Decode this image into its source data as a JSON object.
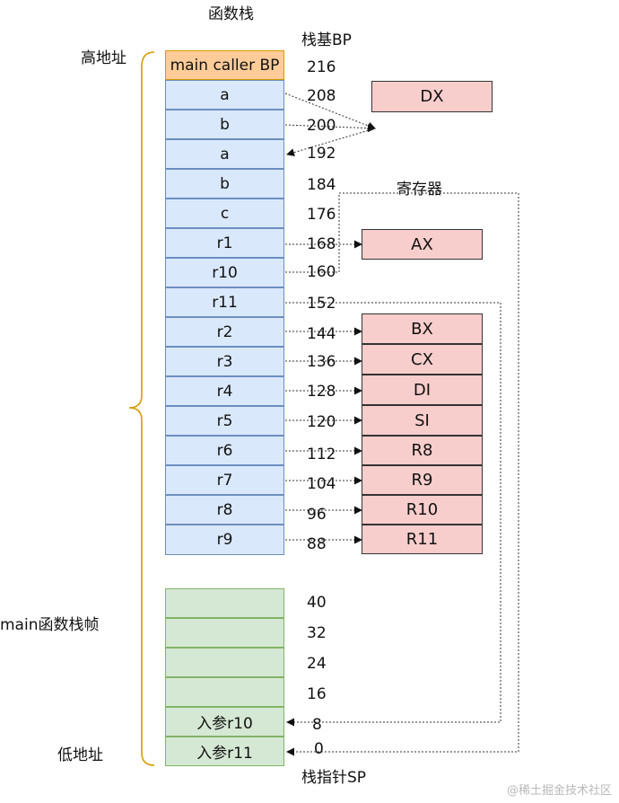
{
  "labels": {
    "title": "函数栈",
    "bp": "栈基BP",
    "high_addr": "高地址",
    "low_addr": "低地址",
    "frame": "main函数栈帧",
    "registers": "寄存器",
    "sp": "栈指针SP",
    "watermark": "@稀土掘金技术社区"
  },
  "stack": [
    {
      "label": "main caller BP",
      "addr": "216",
      "kind": "top"
    },
    {
      "label": "a",
      "addr": "208",
      "kind": "blue"
    },
    {
      "label": "b",
      "addr": "200",
      "kind": "blue"
    },
    {
      "label": "a",
      "addr": "192",
      "kind": "blue"
    },
    {
      "label": "b",
      "addr": "184",
      "kind": "blue"
    },
    {
      "label": "c",
      "addr": "176",
      "kind": "blue"
    },
    {
      "label": "r1",
      "addr": "168",
      "kind": "blue"
    },
    {
      "label": "r10",
      "addr": "160",
      "kind": "blue"
    },
    {
      "label": "r11",
      "addr": "152",
      "kind": "blue"
    },
    {
      "label": "r2",
      "addr": "144",
      "kind": "blue"
    },
    {
      "label": "r3",
      "addr": "136",
      "kind": "blue"
    },
    {
      "label": "r4",
      "addr": "128",
      "kind": "blue"
    },
    {
      "label": "r5",
      "addr": "120",
      "kind": "blue"
    },
    {
      "label": "r6",
      "addr": "112",
      "kind": "blue"
    },
    {
      "label": "r7",
      "addr": "104",
      "kind": "blue"
    },
    {
      "label": "r8",
      "addr": "96",
      "kind": "blue"
    },
    {
      "label": "r9",
      "addr": "88",
      "kind": "blue"
    }
  ],
  "lower_stack": [
    {
      "label": "",
      "addr": "40"
    },
    {
      "label": "",
      "addr": "32"
    },
    {
      "label": "",
      "addr": "24"
    },
    {
      "label": "",
      "addr": "16"
    },
    {
      "label": "入参r10",
      "addr": "8"
    },
    {
      "label": "入参r11",
      "addr": "0"
    }
  ],
  "registers": {
    "dx": "DX",
    "ax": "AX",
    "list": [
      "BX",
      "CX",
      "DI",
      "SI",
      "R8",
      "R9",
      "R10",
      "R11"
    ]
  }
}
